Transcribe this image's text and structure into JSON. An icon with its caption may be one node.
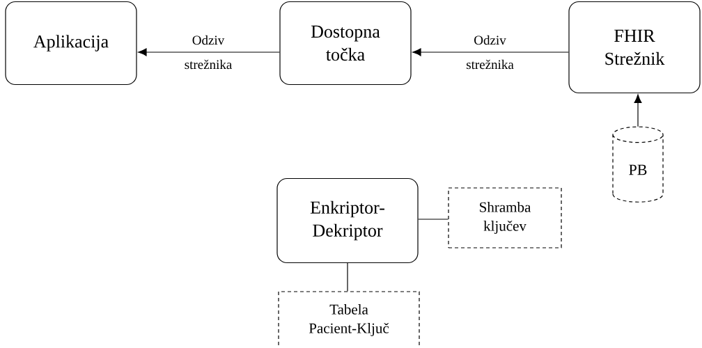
{
  "diagram": {
    "nodes": [
      {
        "text": [
          "Aplikacija"
        ]
      },
      {
        "text": [
          "Dostopna točka"
        ]
      },
      {
        "text": [
          "FHIR Strežnik"
        ]
      },
      {
        "text": [
          "PB"
        ]
      },
      {
        "text": [
          "Enkriptor-Dekriptor"
        ]
      },
      {
        "text": [
          "Shramba ključev"
        ]
      },
      {
        "text": [
          "Tabela Pacient-Ključ"
        ]
      }
    ],
    "edges": [
      {
        "from": 1,
        "to": 0,
        "arrow": "to",
        "label": "Odziv strežnika"
      },
      {
        "from": 2,
        "to": 1,
        "arrow": "to",
        "label": "Odziv strežnika"
      },
      {
        "from": 3,
        "to": 2,
        "arrow": "to"
      },
      {
        "from": 4,
        "to": 5,
        "arrow": "none"
      },
      {
        "from": 4,
        "to": 6,
        "arrow": "none"
      }
    ]
  }
}
